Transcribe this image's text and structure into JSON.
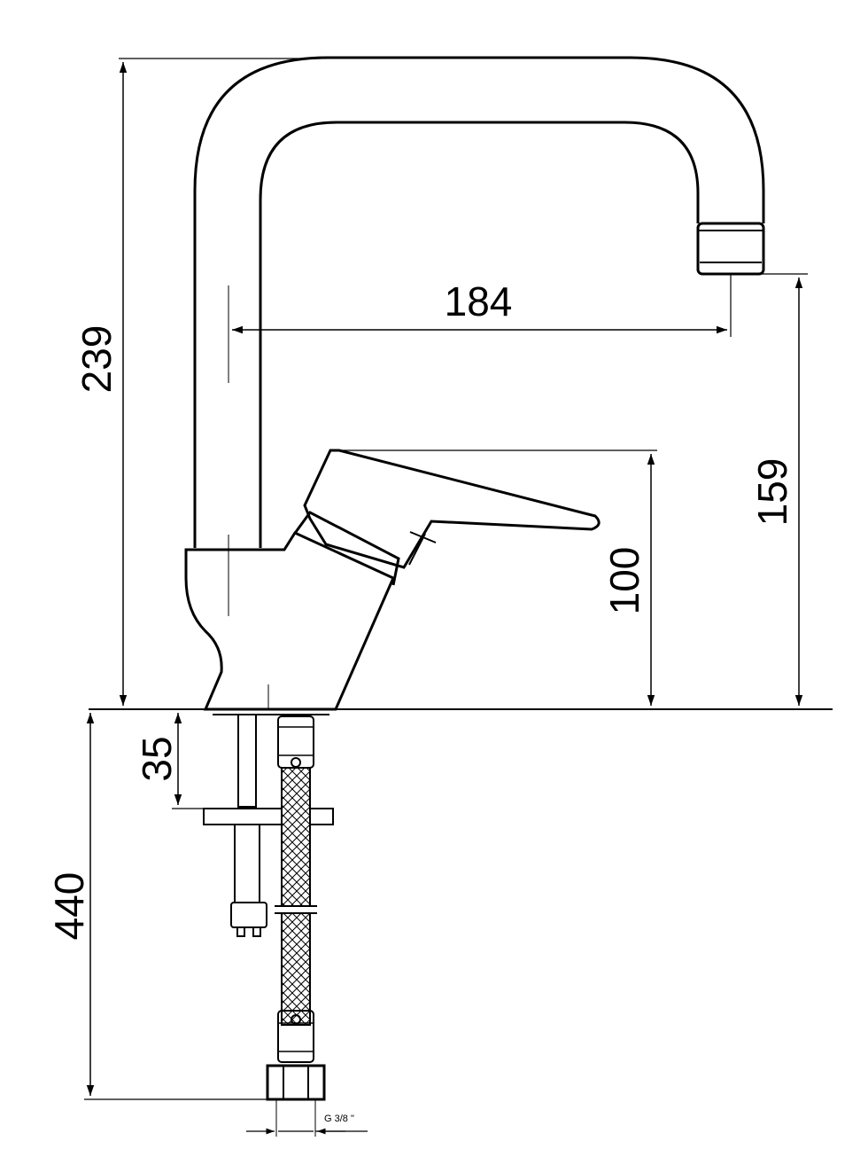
{
  "dimensions": {
    "overall_height": "239",
    "spout_reach": "184",
    "spout_height": "159",
    "lever_height": "100",
    "counter_thickness": "35",
    "hose_length": "440",
    "thread_size": "G 3/8 \""
  }
}
